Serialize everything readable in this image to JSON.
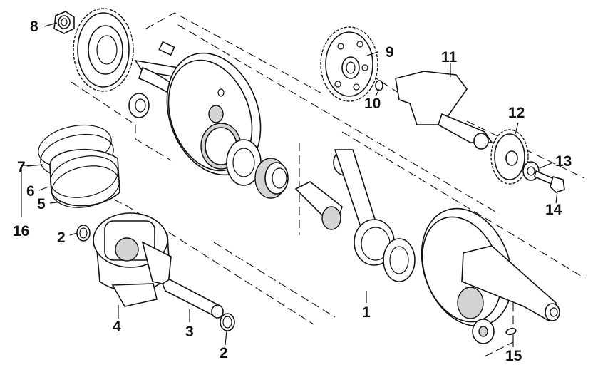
{
  "callouts": [
    {
      "id": "1",
      "text": "1"
    },
    {
      "id": "2a",
      "text": "2"
    },
    {
      "id": "2b",
      "text": "2"
    },
    {
      "id": "3",
      "text": "3"
    },
    {
      "id": "4",
      "text": "4"
    },
    {
      "id": "5",
      "text": "5"
    },
    {
      "id": "6",
      "text": "6"
    },
    {
      "id": "7",
      "text": "7"
    },
    {
      "id": "8",
      "text": "8"
    },
    {
      "id": "9",
      "text": "9"
    },
    {
      "id": "10",
      "text": "10"
    },
    {
      "id": "11",
      "text": "11"
    },
    {
      "id": "12",
      "text": "12"
    },
    {
      "id": "13",
      "text": "13"
    },
    {
      "id": "14",
      "text": "14"
    },
    {
      "id": "15",
      "text": "15"
    },
    {
      "id": "16",
      "text": "16"
    }
  ]
}
